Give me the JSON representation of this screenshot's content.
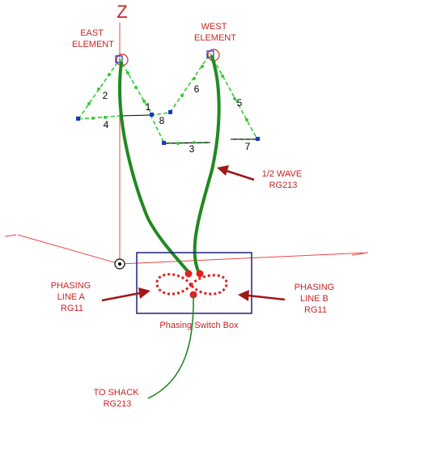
{
  "axis": {
    "z_label": "Z"
  },
  "labels": {
    "east_element": [
      "EAST",
      "ELEMENT"
    ],
    "west_element": [
      "WEST",
      "ELEMENT"
    ],
    "half_wave": [
      "1/2 WAVE",
      "RG213"
    ],
    "phasing_line_a": [
      "PHASING",
      "LINE A",
      "RG11"
    ],
    "phasing_line_b": [
      "PHASING",
      "LINE B",
      "RG11"
    ],
    "to_shack": [
      "TO SHACK",
      "RG213"
    ],
    "switch_box": "Phasing Switch Box"
  },
  "segments": [
    "1",
    "2",
    "3",
    "4",
    "5",
    "6",
    "7",
    "8"
  ],
  "colors": {
    "label": "#cc2222",
    "axis": "#ee4444",
    "wire": "#33cc33",
    "coax": "#1f8a1f",
    "box": "#1a237e",
    "node": "#1a35cc",
    "loop": "#e02020"
  }
}
